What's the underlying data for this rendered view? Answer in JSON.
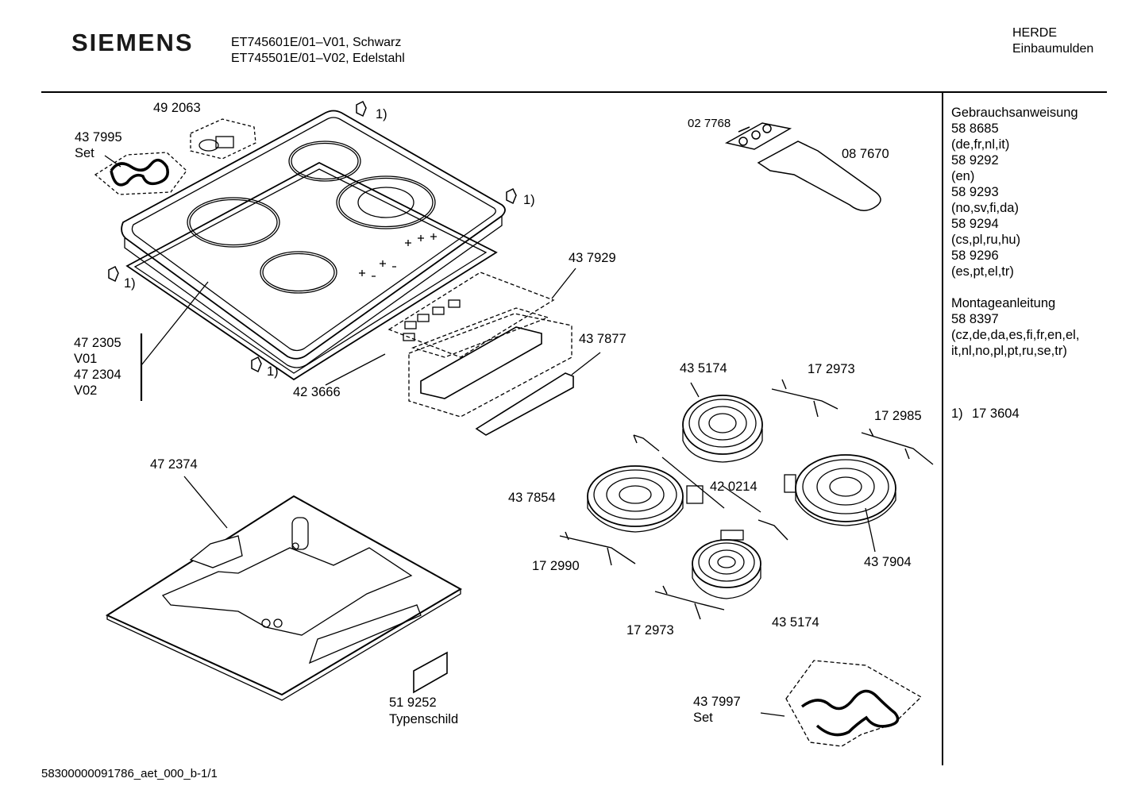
{
  "header": {
    "brand": "SIEMENS",
    "model_line_1": "ET745601E/01–V01, Schwarz",
    "model_line_2": "ET745501E/01–V02, Edelstahl",
    "category_line_1": "HERDE",
    "category_line_2": "Einbaumulden"
  },
  "parts": {
    "p_492063": "49 2063",
    "p_437995": "43 7995",
    "p_437995_set": "Set",
    "p_472305": "47 2305",
    "p_472305_v": "V01",
    "p_472304": "47 2304",
    "p_472304_v": "V02",
    "p_423666": "42 3666",
    "p_437929": "43 7929",
    "p_437877": "43 7877",
    "p_027768": "02 7768",
    "p_087670": "08 7670",
    "p_435174_top": "43 5174",
    "p_172973_top": "17 2973",
    "p_172985": "17 2985",
    "p_437854": "43 7854",
    "p_420214": "42 0214",
    "p_437904": "43 7904",
    "p_172990": "17 2990",
    "p_172973_bottom": "17 2973",
    "p_435174_bottom": "43 5174",
    "p_472374": "47 2374",
    "p_519252": "51 9252",
    "p_519252_name": "Typenschild",
    "p_437997": "43 7997",
    "p_437997_set": "Set",
    "note_ref": "1)"
  },
  "sidebar": {
    "manual_title": "Gebrauchsanweisung",
    "manuals": [
      {
        "number": "58 8685",
        "langs": "(de,fr,nl,it)"
      },
      {
        "number": "58 9292",
        "langs": "(en)"
      },
      {
        "number": "58 9293",
        "langs": "(no,sv,fi,da)"
      },
      {
        "number": "58 9294",
        "langs": "(cs,pl,ru,hu)"
      },
      {
        "number": "58 9296",
        "langs": "(es,pt,el,tr)"
      }
    ],
    "install_title": "Montageanleitung",
    "install_number": "58 8397",
    "install_langs_1": "(cz,de,da,es,fi,fr,en,el,",
    "install_langs_2": "it,nl,no,pl,pt,ru,se,tr)",
    "footnote_ref": "1)",
    "footnote_part": "17 3604"
  },
  "footer": {
    "doc_id": "58300000091786_aet_000_b-1/1"
  }
}
